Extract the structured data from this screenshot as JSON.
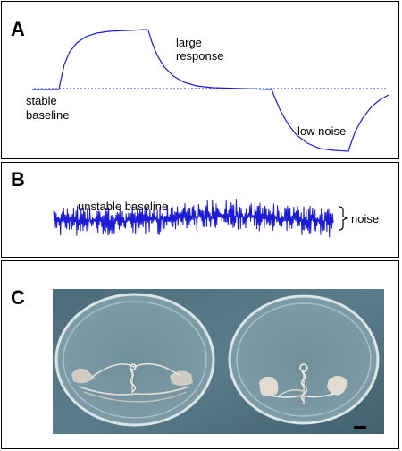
{
  "panel_a": {
    "letter": "A",
    "label_large_1": "large",
    "label_large_2": "response",
    "label_stable_1": "stable",
    "label_stable_2": "baseline",
    "label_low_noise": "low noise"
  },
  "panel_b": {
    "letter": "B",
    "label_unstable": "unstable baseline",
    "label_noise": "noise"
  },
  "panel_c": {
    "letter": "C"
  },
  "colors": {
    "trace": "#1b1bd6",
    "baseline_dash": "#2a2ad8"
  }
}
